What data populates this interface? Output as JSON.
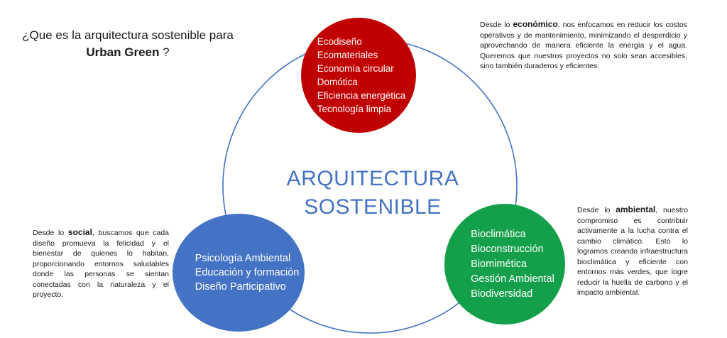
{
  "question": {
    "prefix": "¿Que es la arquitectura sostenible para",
    "brand": "Urban Green",
    "suffix": " ?"
  },
  "center_title": {
    "line1": "ARQUITECTURA",
    "line2": "SOSTENIBLE"
  },
  "circles": {
    "economic": [
      "Ecodiseño",
      "Ecomateriales",
      "Economía circular",
      "Domótica",
      "Eficiencia energética",
      "Tecnología limpia"
    ],
    "social": [
      "Psicología Ambiental",
      "Educación y formación",
      "Diseño Participativo"
    ],
    "environmental": [
      "Bioclimática",
      "Bioconstrucción",
      "Biomimética",
      "Gestión Ambiental",
      "Biodiversidad"
    ]
  },
  "descriptions": {
    "economic": {
      "before": "Desde lo ",
      "keyword": "económico",
      "after": ", nos enfocamos en reducir los costos operativos y de mantenimiento, minimizando el desperdicio y aprovechando de manera eficiente la energía y el agua. Queremos que nuestros proyectos no solo sean accesibles, sino también duraderos y eficientes."
    },
    "social": {
      "before": "Desde lo ",
      "keyword": "social",
      "after": ", buscamos que cada diseño promueva la felicidad y el bienestar de quienes lo habitan, proporcionando entornos saludables donde las personas se sientan conectadas con la naturaleza y el proyecto."
    },
    "environmental": {
      "before": "Desde lo ",
      "keyword": "ambiental",
      "after": ", nuestro compromiso es contribuir activamente a la lucha contra el cambio climático. Esto lo logramos creando infraestructura bioclimática y eficiente con entornos más verdes, que logre reducir la huella de carbono y el impacto ambiental."
    }
  },
  "colors": {
    "economic": "#c00000",
    "social": "#4472c4",
    "environmental": "#14a04a",
    "title": "#4472c4",
    "ring": "#4472c4"
  }
}
